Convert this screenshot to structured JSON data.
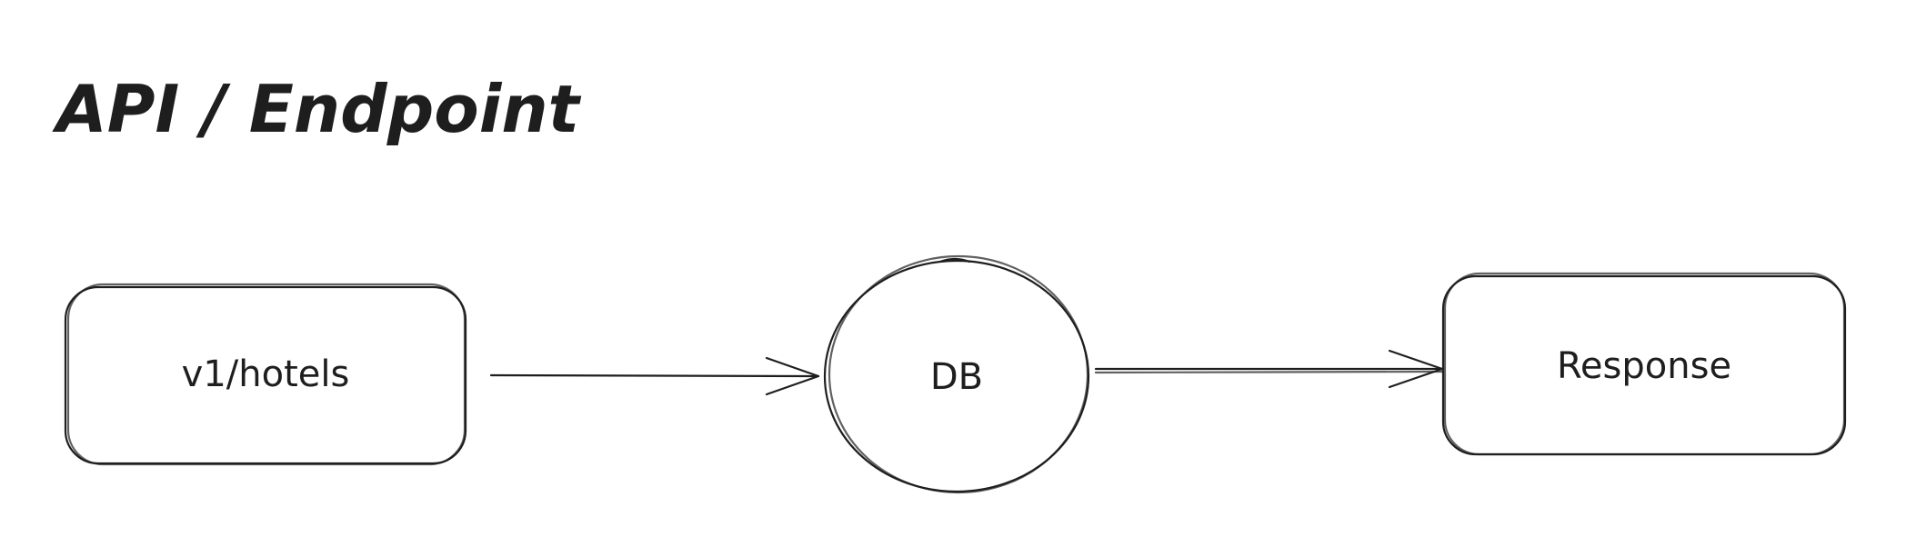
{
  "title": "API / Endpoint",
  "nodes": {
    "endpoint": {
      "label": "v1/hotels"
    },
    "db": {
      "label": "DB"
    },
    "response": {
      "label": "Response"
    }
  },
  "colors": {
    "stroke": "#1e1e1e",
    "background": "#ffffff"
  }
}
